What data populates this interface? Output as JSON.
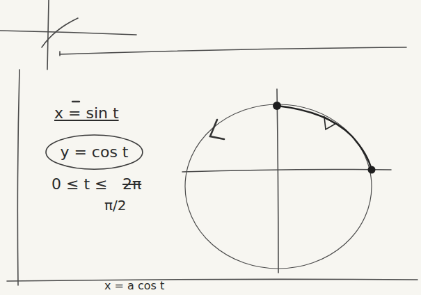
{
  "diagram": {
    "nodes": [
      {
        "text": [
          "y = cos t"
        ]
      }
    ],
    "labels": [
      "x = sin t",
      "0 ≤ t ≤",
      "2π",
      "π/2",
      "x = a cos t"
    ]
  }
}
